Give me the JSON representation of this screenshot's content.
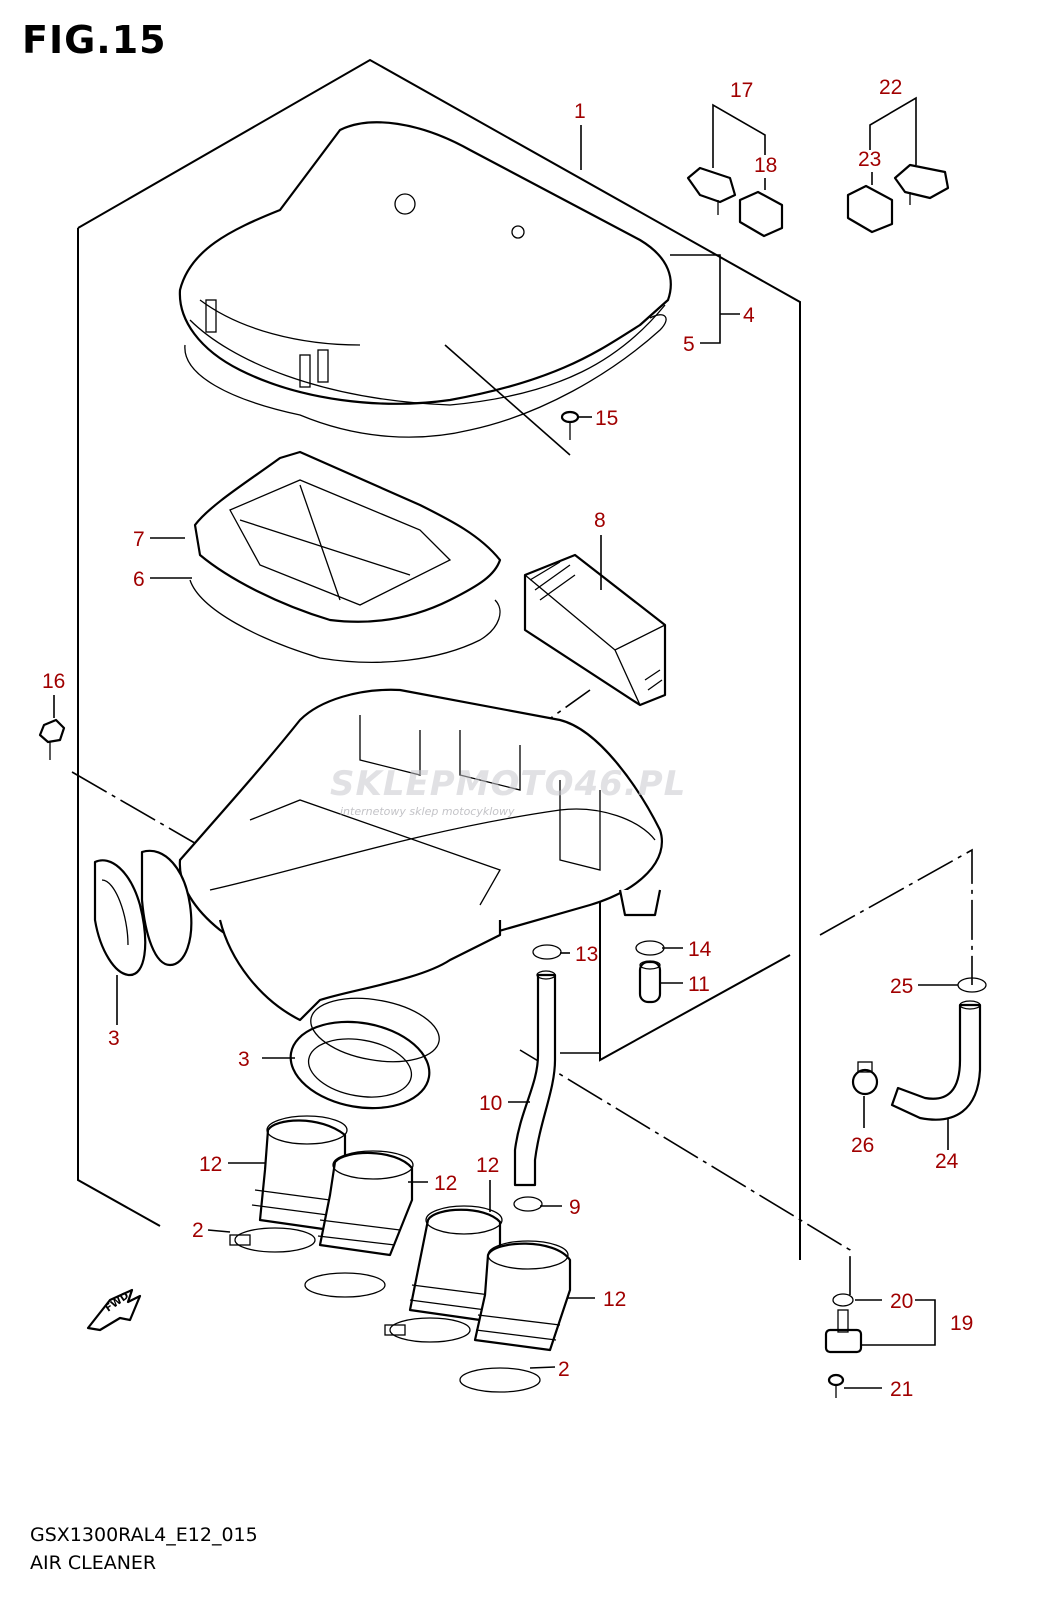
{
  "figure": {
    "title": "FIG.15",
    "code": "GSX1300RAL4_E12_015",
    "name": "AIR CLEANER",
    "fwd_label": "FWD"
  },
  "watermark": {
    "main": "SKLEPMOTO46.PL",
    "sub": "internetowy sklep motocyklowy"
  },
  "callouts": [
    {
      "id": "c1",
      "label": "1"
    },
    {
      "id": "c2a",
      "label": "2"
    },
    {
      "id": "c2b",
      "label": "2"
    },
    {
      "id": "c3a",
      "label": "3"
    },
    {
      "id": "c3b",
      "label": "3"
    },
    {
      "id": "c4",
      "label": "4"
    },
    {
      "id": "c5",
      "label": "5"
    },
    {
      "id": "c6",
      "label": "6"
    },
    {
      "id": "c7",
      "label": "7"
    },
    {
      "id": "c8",
      "label": "8"
    },
    {
      "id": "c9",
      "label": "9"
    },
    {
      "id": "c10",
      "label": "10"
    },
    {
      "id": "c11",
      "label": "11"
    },
    {
      "id": "c12a",
      "label": "12"
    },
    {
      "id": "c12b",
      "label": "12"
    },
    {
      "id": "c12c",
      "label": "12"
    },
    {
      "id": "c12d",
      "label": "12"
    },
    {
      "id": "c13",
      "label": "13"
    },
    {
      "id": "c14",
      "label": "14"
    },
    {
      "id": "c15",
      "label": "15"
    },
    {
      "id": "c16",
      "label": "16"
    },
    {
      "id": "c17",
      "label": "17"
    },
    {
      "id": "c18",
      "label": "18"
    },
    {
      "id": "c19",
      "label": "19"
    },
    {
      "id": "c20",
      "label": "20"
    },
    {
      "id": "c21",
      "label": "21"
    },
    {
      "id": "c22",
      "label": "22"
    },
    {
      "id": "c23",
      "label": "23"
    },
    {
      "id": "c24",
      "label": "24"
    },
    {
      "id": "c25",
      "label": "25"
    },
    {
      "id": "c26",
      "label": "26"
    }
  ]
}
